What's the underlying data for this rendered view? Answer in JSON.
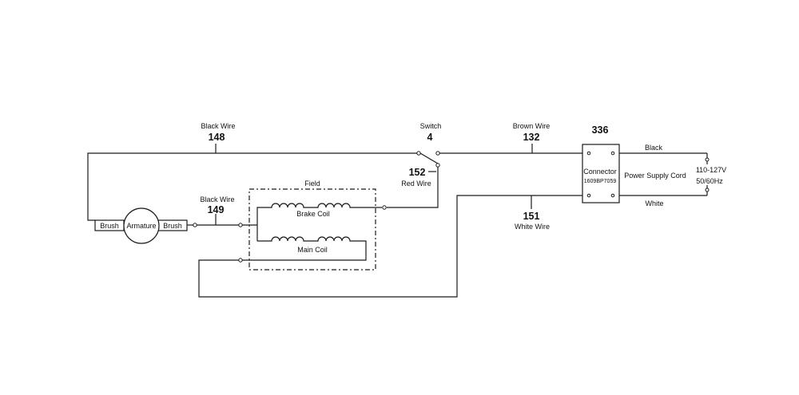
{
  "labels": {
    "black_wire_top": "Black Wire",
    "num_148": "148",
    "switch": "Switch",
    "num_4": "4",
    "brown_wire": "Brown Wire",
    "num_132": "132",
    "num_336": "336",
    "black": "Black",
    "num_152": "152",
    "red_wire": "Red Wire",
    "connector": "Connector",
    "connector_part": "1609BP7059",
    "power_supply_cord": "Power Supply Cord",
    "voltage": "110-127V",
    "frequency": "50/60Hz",
    "field": "Field",
    "black_wire_149": "Black Wire",
    "num_149": "149",
    "brake_coil": "Brake Coil",
    "main_coil": "Main Coil",
    "white": "White",
    "num_151": "151",
    "white_wire": "White Wire",
    "brush_left": "Brush",
    "armature": "Armature",
    "brush_right": "Brush"
  }
}
